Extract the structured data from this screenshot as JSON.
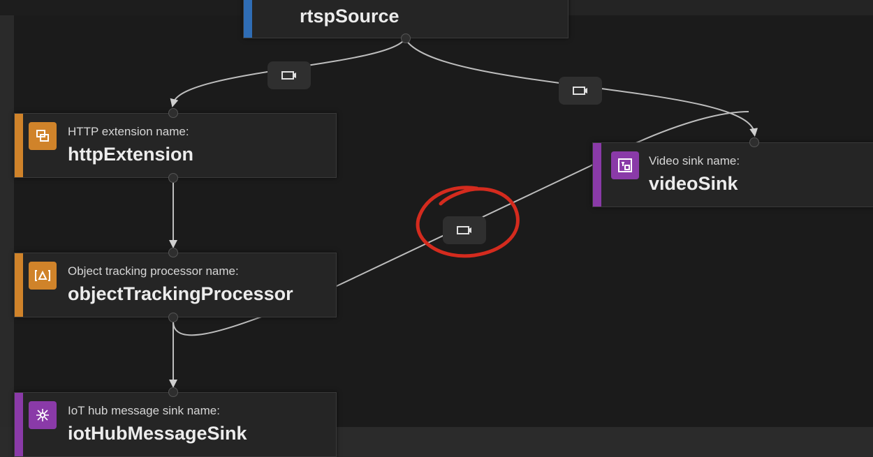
{
  "nodes": {
    "rtsp_source": {
      "name": "rtspSource",
      "accent": "#2f6db5"
    },
    "http_extension": {
      "label": "HTTP extension name:",
      "name": "httpExtension",
      "accent": "#d0832a",
      "icon": "http-extension-icon"
    },
    "object_tracking": {
      "label": "Object tracking processor name:",
      "name": "objectTrackingProcessor",
      "accent": "#d0832a",
      "icon": "object-tracking-icon"
    },
    "video_sink": {
      "label": "Video sink name:",
      "name": "videoSink",
      "accent": "#8a3aa8",
      "icon": "video-sink-icon"
    },
    "iot_hub_sink": {
      "label": "IoT hub message sink name:",
      "name": "iotHubMessageSink",
      "accent": "#8a3aa8",
      "icon": "iot-hub-icon"
    }
  },
  "edges": {
    "icon": "video-camera-icon"
  },
  "annotation": {
    "color": "#d42b1e",
    "shape": "hand-drawn-circle"
  }
}
